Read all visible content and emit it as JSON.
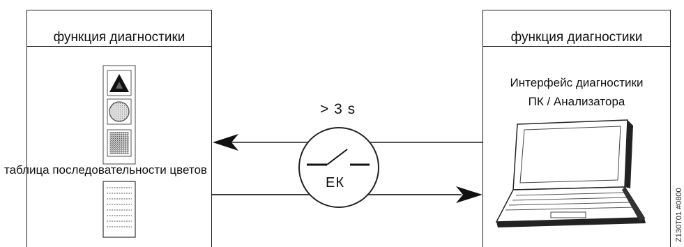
{
  "left_box": {
    "title": "функция диагностики",
    "sequence_label": "таблица последовательности цветов"
  },
  "right_box": {
    "title": "функция диагностики",
    "pc_text_line1": "Интерфейс диагностики",
    "pc_text_line2": "ПК / Анализатора"
  },
  "switch": {
    "time_label": "> 3 s",
    "ek_label": "ЕК"
  },
  "figure_code": "Z130T01 #0800",
  "icons": [
    "warning-triangle-icon",
    "round-lamp-icon",
    "square-lamp-icon",
    "sequence-table-icon",
    "laptop-icon",
    "switch-contact-icon"
  ]
}
